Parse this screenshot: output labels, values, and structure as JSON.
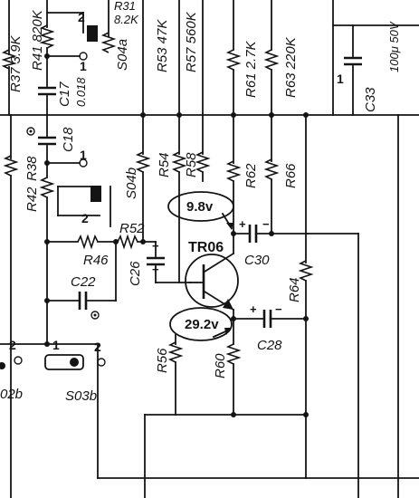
{
  "labels": {
    "r37": "R37 3.9K",
    "r41": "R41 820K",
    "r31": "R31",
    "r31_value": "8.2K",
    "s04a": "S04a",
    "r53": "R53 47K",
    "r57": "R57 560K",
    "r61": "R61 2.7K",
    "r63": "R63 220K",
    "c33": "C33",
    "c33_value": "100μ 50V",
    "c17": "C17",
    "c17_value": "0.018",
    "c18": "C18",
    "r38": "R38",
    "r42": "R42",
    "s04b": "S04b",
    "r54": "R54",
    "r58": "R58",
    "r62": "R62",
    "r66": "R66",
    "r52": "R52",
    "r46": "R46",
    "c26": "C26",
    "tr06": "TR06",
    "c30": "C30",
    "r64": "R64",
    "c22": "C22",
    "r56": "R56",
    "r60": "R60",
    "c28": "C28",
    "s03b": "S03b",
    "s02b": "02b"
  },
  "pins": {
    "sw_top_2": "2",
    "sw_top_1": "1",
    "sw_mid_1": "1",
    "sw_mid_2": "2",
    "s03_2_left": "2",
    "s03_1": "1",
    "s03_2_right": "2",
    "c33_plus": "1"
  },
  "signs": {
    "plus": "+",
    "minus": "−"
  },
  "voltages": {
    "collector": "9.8v",
    "emitter": "29.2v"
  }
}
